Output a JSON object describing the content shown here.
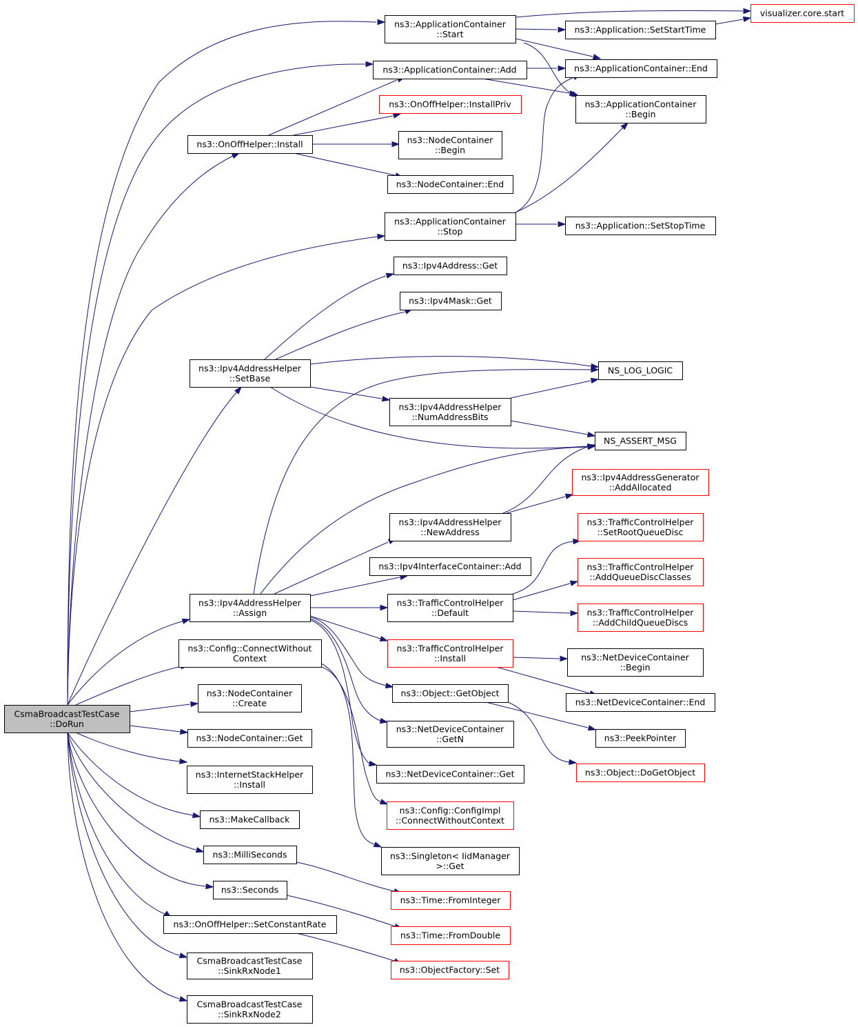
{
  "graph": {
    "nodes": {
      "root": {
        "lines": [
          "CsmaBroadcastTestCase",
          "::DoRun"
        ],
        "style": "root"
      },
      "appStart": {
        "lines": [
          "ns3::ApplicationContainer",
          "::Start"
        ],
        "style": "black"
      },
      "vizStart": {
        "lines": [
          "visualizer.core.start"
        ],
        "style": "red"
      },
      "setStartTime": {
        "lines": [
          "ns3::Application::SetStartTime"
        ],
        "style": "black"
      },
      "appAdd": {
        "lines": [
          "ns3::ApplicationContainer::Add"
        ],
        "style": "black"
      },
      "appEnd": {
        "lines": [
          "ns3::ApplicationContainer::End"
        ],
        "style": "black"
      },
      "appBegin": {
        "lines": [
          "ns3::ApplicationContainer",
          "::Begin"
        ],
        "style": "black"
      },
      "installPriv": {
        "lines": [
          "ns3::OnOffHelper::InstallPriv"
        ],
        "style": "red"
      },
      "onoffInstall": {
        "lines": [
          "ns3::OnOffHelper::Install"
        ],
        "style": "black"
      },
      "ncBegin": {
        "lines": [
          "ns3::NodeContainer",
          "::Begin"
        ],
        "style": "black"
      },
      "ncEnd": {
        "lines": [
          "ns3::NodeContainer::End"
        ],
        "style": "black"
      },
      "appStop": {
        "lines": [
          "ns3::ApplicationContainer",
          "::Stop"
        ],
        "style": "black"
      },
      "setStopTime": {
        "lines": [
          "ns3::Application::SetStopTime"
        ],
        "style": "black"
      },
      "ipv4AddrGet": {
        "lines": [
          "ns3::Ipv4Address::Get"
        ],
        "style": "black"
      },
      "ipv4MaskGet": {
        "lines": [
          "ns3::Ipv4Mask::Get"
        ],
        "style": "black"
      },
      "setBase": {
        "lines": [
          "ns3::Ipv4AddressHelper",
          "::SetBase"
        ],
        "style": "black"
      },
      "nsLogLogic": {
        "lines": [
          "NS_LOG_LOGIC"
        ],
        "style": "black"
      },
      "numAddrBits": {
        "lines": [
          "ns3::Ipv4AddressHelper",
          "::NumAddressBits"
        ],
        "style": "black"
      },
      "nsAssertMsg": {
        "lines": [
          "NS_ASSERT_MSG"
        ],
        "style": "black"
      },
      "addAllocated": {
        "lines": [
          "ns3::Ipv4AddressGenerator",
          "::AddAllocated"
        ],
        "style": "red"
      },
      "newAddress": {
        "lines": [
          "ns3::Ipv4AddressHelper",
          "::NewAddress"
        ],
        "style": "black"
      },
      "setRootQD": {
        "lines": [
          "ns3::TrafficControlHelper",
          "::SetRootQueueDisc"
        ],
        "style": "red"
      },
      "ificAdd": {
        "lines": [
          "ns3::Ipv4InterfaceContainer::Add"
        ],
        "style": "black"
      },
      "addQDClasses": {
        "lines": [
          "ns3::TrafficControlHelper",
          "::AddQueueDiscClasses"
        ],
        "style": "red"
      },
      "assign": {
        "lines": [
          "ns3::Ipv4AddressHelper",
          "::Assign"
        ],
        "style": "black"
      },
      "tchDefault": {
        "lines": [
          "ns3::TrafficControlHelper",
          "::Default"
        ],
        "style": "black"
      },
      "addChildQD": {
        "lines": [
          "ns3::TrafficControlHelper",
          "::AddChildQueueDiscs"
        ],
        "style": "red"
      },
      "cfgConnect": {
        "lines": [
          "ns3::Config::ConnectWithout",
          "Context"
        ],
        "style": "black"
      },
      "tchInstall": {
        "lines": [
          "ns3::TrafficControlHelper",
          "::Install"
        ],
        "style": "red"
      },
      "ndcBegin": {
        "lines": [
          "ns3::NetDeviceContainer",
          "::Begin"
        ],
        "style": "black"
      },
      "ncCreate": {
        "lines": [
          "ns3::NodeContainer",
          "::Create"
        ],
        "style": "black"
      },
      "getObject": {
        "lines": [
          "ns3::Object::GetObject"
        ],
        "style": "black"
      },
      "ndcEnd": {
        "lines": [
          "ns3::NetDeviceContainer::End"
        ],
        "style": "black"
      },
      "ncGet": {
        "lines": [
          "ns3::NodeContainer::Get"
        ],
        "style": "black"
      },
      "ndcGetN": {
        "lines": [
          "ns3::NetDeviceContainer",
          "::GetN"
        ],
        "style": "black"
      },
      "peekPointer": {
        "lines": [
          "ns3::PeekPointer"
        ],
        "style": "black"
      },
      "ishInstall": {
        "lines": [
          "ns3::InternetStackHelper",
          "::Install"
        ],
        "style": "black"
      },
      "ndcGet": {
        "lines": [
          "ns3::NetDeviceContainer::Get"
        ],
        "style": "black"
      },
      "doGetObject": {
        "lines": [
          "ns3::Object::DoGetObject"
        ],
        "style": "red"
      },
      "makeCallback": {
        "lines": [
          "ns3::MakeCallback"
        ],
        "style": "black"
      },
      "cfgImpl": {
        "lines": [
          "ns3::Config::ConfigImpl",
          "::ConnectWithoutContext"
        ],
        "style": "red"
      },
      "milliSeconds": {
        "lines": [
          "ns3::MilliSeconds"
        ],
        "style": "black"
      },
      "singletonGet": {
        "lines": [
          "ns3::Singleton< IidManager",
          " >::Get"
        ],
        "style": "black"
      },
      "seconds": {
        "lines": [
          "ns3::Seconds"
        ],
        "style": "black"
      },
      "fromInteger": {
        "lines": [
          "ns3::Time::FromInteger"
        ],
        "style": "red"
      },
      "setConstRate": {
        "lines": [
          "ns3::OnOffHelper::SetConstantRate"
        ],
        "style": "black"
      },
      "fromDouble": {
        "lines": [
          "ns3::Time::FromDouble"
        ],
        "style": "red"
      },
      "sinkRx1": {
        "lines": [
          "CsmaBroadcastTestCase",
          "::SinkRxNode1"
        ],
        "style": "black"
      },
      "ofSet": {
        "lines": [
          "ns3::ObjectFactory::Set"
        ],
        "style": "red"
      },
      "sinkRx2": {
        "lines": [
          "CsmaBroadcastTestCase",
          "::SinkRxNode2"
        ],
        "style": "black"
      }
    },
    "edges": [
      [
        "root",
        "appStart"
      ],
      [
        "root",
        "appAdd"
      ],
      [
        "root",
        "onoffInstall"
      ],
      [
        "root",
        "appStop"
      ],
      [
        "root",
        "setBase"
      ],
      [
        "root",
        "assign"
      ],
      [
        "root",
        "cfgConnect"
      ],
      [
        "root",
        "ncCreate"
      ],
      [
        "root",
        "ncGet"
      ],
      [
        "root",
        "ishInstall"
      ],
      [
        "root",
        "makeCallback"
      ],
      [
        "root",
        "milliSeconds"
      ],
      [
        "root",
        "seconds"
      ],
      [
        "root",
        "setConstRate"
      ],
      [
        "root",
        "sinkRx1"
      ],
      [
        "root",
        "sinkRx2"
      ],
      [
        "appStart",
        "vizStart"
      ],
      [
        "appStart",
        "setStartTime"
      ],
      [
        "appStart",
        "appEnd"
      ],
      [
        "appStart",
        "appBegin"
      ],
      [
        "setStartTime",
        "vizStart"
      ],
      [
        "appAdd",
        "appEnd"
      ],
      [
        "appAdd",
        "appBegin"
      ],
      [
        "onoffInstall",
        "appAdd"
      ],
      [
        "onoffInstall",
        "installPriv"
      ],
      [
        "onoffInstall",
        "ncBegin"
      ],
      [
        "onoffInstall",
        "ncEnd"
      ],
      [
        "appStop",
        "appEnd"
      ],
      [
        "appStop",
        "appBegin"
      ],
      [
        "appStop",
        "setStopTime"
      ],
      [
        "setBase",
        "ipv4AddrGet"
      ],
      [
        "setBase",
        "ipv4MaskGet"
      ],
      [
        "setBase",
        "nsLogLogic"
      ],
      [
        "setBase",
        "numAddrBits"
      ],
      [
        "setBase",
        "nsAssertMsg"
      ],
      [
        "numAddrBits",
        "nsLogLogic"
      ],
      [
        "numAddrBits",
        "nsAssertMsg"
      ],
      [
        "newAddress",
        "nsAssertMsg"
      ],
      [
        "newAddress",
        "addAllocated"
      ],
      [
        "assign",
        "nsLogLogic"
      ],
      [
        "assign",
        "nsAssertMsg"
      ],
      [
        "assign",
        "newAddress"
      ],
      [
        "assign",
        "ificAdd"
      ],
      [
        "assign",
        "tchDefault"
      ],
      [
        "assign",
        "tchInstall"
      ],
      [
        "assign",
        "getObject"
      ],
      [
        "assign",
        "ndcGetN"
      ],
      [
        "assign",
        "ndcGet"
      ],
      [
        "tchDefault",
        "setRootQD"
      ],
      [
        "tchDefault",
        "addQDClasses"
      ],
      [
        "tchDefault",
        "addChildQD"
      ],
      [
        "tchInstall",
        "ndcBegin"
      ],
      [
        "tchInstall",
        "ndcEnd"
      ],
      [
        "getObject",
        "peekPointer"
      ],
      [
        "getObject",
        "doGetObject"
      ],
      [
        "cfgConnect",
        "cfgImpl"
      ],
      [
        "cfgConnect",
        "singletonGet"
      ],
      [
        "milliSeconds",
        "fromInteger"
      ],
      [
        "seconds",
        "fromDouble"
      ],
      [
        "setConstRate",
        "ofSet"
      ]
    ]
  }
}
